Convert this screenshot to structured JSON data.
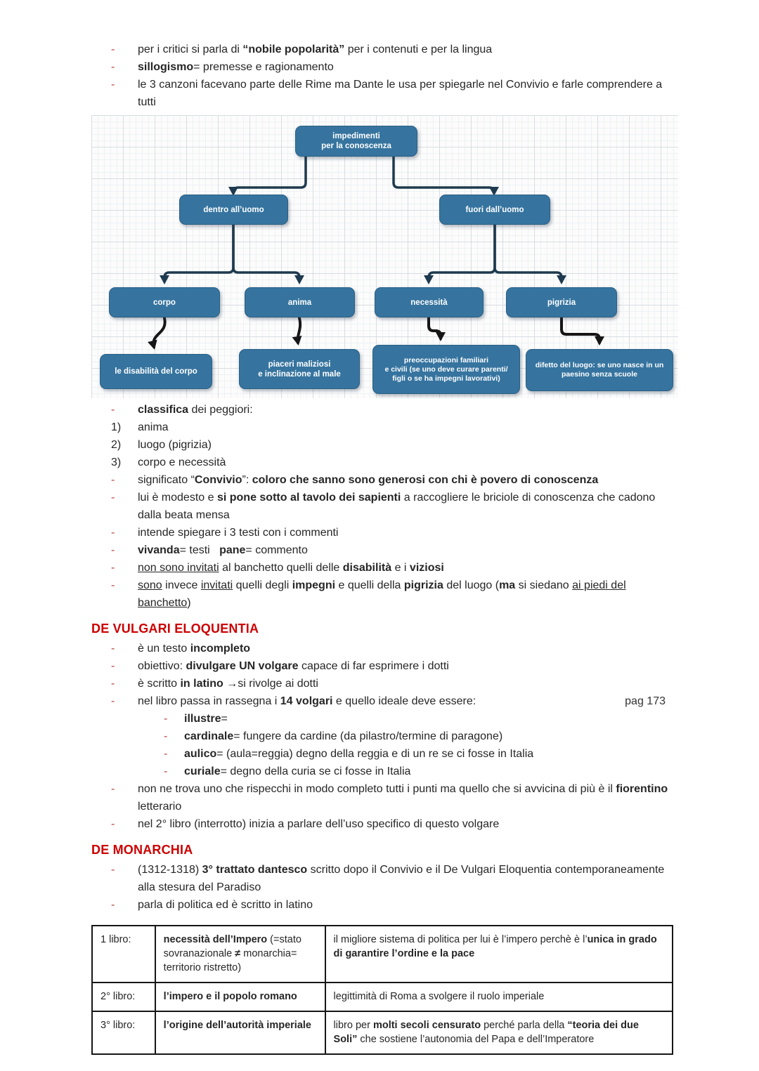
{
  "page": {
    "dash": "-"
  },
  "colors": {
    "heading_red": "#cc0000",
    "bullet_dash_red": "#b1453f",
    "node_fill": "#36749f",
    "node_border": "#2a5f85",
    "connector_navy": "#1e3a4e",
    "connector_dark": "#161616"
  },
  "intro": {
    "items": [
      [
        {
          "t": "per i critici si parla di "
        },
        {
          "t": "“nobile popolarità”",
          "b": 1
        },
        {
          "t": " per i contenuti e per la lingua"
        }
      ],
      [
        {
          "t": "sillogismo",
          "b": 1
        },
        {
          "t": "= premesse e ragionamento"
        }
      ],
      [
        {
          "t": "le 3 canzoni facevano parte delle Rime ma Dante le usa per spiegarle nel Convivio e farle comprendere a tutti"
        }
      ]
    ]
  },
  "flowchart": {
    "nodes": {
      "root": "impedimenti\nper la conoscenza",
      "dentro": "dentro all’uomo",
      "fuori": "fuori dall’uomo",
      "corpo": "corpo",
      "anima": "anima",
      "necessita": "necessità",
      "pigrizia": "pigrizia",
      "disabilita": "le disabilità del corpo",
      "piaceri": "piaceri maliziosi\ne inclinazione al male",
      "preoccupazioni": "preoccupazioni familiari\ne civili (se uno deve curare parenti/\nfigli o se ha impegni lavorativi)",
      "difetto": "difetto del luogo: se uno nasce in un\npaesino senza scuole"
    }
  },
  "classifica": {
    "lead": [
      {
        "t": "classifica",
        "b": 1
      },
      {
        "t": " dei peggiori:"
      }
    ],
    "ranked": [
      {
        "m": "1)",
        "segs": [
          {
            "t": "anima"
          }
        ]
      },
      {
        "m": "2)",
        "segs": [
          {
            "t": "luogo (pigrizia)"
          }
        ]
      },
      {
        "m": "3)",
        "segs": [
          {
            "t": "corpo e necessità"
          }
        ]
      }
    ]
  },
  "convivio_bullets": [
    [
      {
        "t": "significato “"
      },
      {
        "t": "Convivio",
        "b": 1
      },
      {
        "t": "”: "
      },
      {
        "t": "coloro che sanno sono generosi con chi è povero di conoscenza",
        "b": 1
      }
    ],
    [
      {
        "t": "lui è modesto e "
      },
      {
        "t": "si pone sotto al tavolo dei sapienti",
        "b": 1
      },
      {
        "t": " a raccogliere le briciole di conoscenza che cadono dalla beata mensa"
      }
    ],
    [
      {
        "t": "intende spiegare i 3 testi con i commenti"
      }
    ],
    [
      {
        "t": "vivanda",
        "b": 1
      },
      {
        "t": "= testi   "
      },
      {
        "t": "pane",
        "b": 1
      },
      {
        "t": "= commento"
      }
    ],
    [
      {
        "t": "non sono invitati",
        "u": 1
      },
      {
        "t": " al banchetto quelli delle "
      },
      {
        "t": "disabilità",
        "b": 1
      },
      {
        "t": " e i "
      },
      {
        "t": "viziosi",
        "b": 1
      }
    ],
    [
      {
        "t": "sono",
        "u": 1
      },
      {
        "t": " invece "
      },
      {
        "t": "invitati",
        "u": 1
      },
      {
        "t": " quelli degli "
      },
      {
        "t": "impegni",
        "b": 1
      },
      {
        "t": " e quelli della "
      },
      {
        "t": "pigrizia",
        "b": 1
      },
      {
        "t": " del luogo ("
      },
      {
        "t": "ma",
        "b": 1
      },
      {
        "t": " si siedano "
      },
      {
        "t": "ai piedi del banchetto",
        "u": 1
      },
      {
        "t": ")"
      }
    ]
  ],
  "vulgari": {
    "heading": "DE VULGARI ELOQUENTIA",
    "bullets_a": [
      [
        {
          "t": "è un testo "
        },
        {
          "t": "incompleto",
          "b": 1
        }
      ],
      [
        {
          "t": "obiettivo: "
        },
        {
          "t": "divulgare UN volgare",
          "b": 1
        },
        {
          "t": " capace di far esprimere i dotti"
        }
      ],
      [
        {
          "t": "è scritto "
        },
        {
          "t": "in latino",
          "b": 1
        },
        {
          "t": " →si rivolge ai dotti"
        }
      ]
    ],
    "volgari_line": [
      {
        "t": "nel libro passa in rassegna i "
      },
      {
        "t": "14 volgari",
        "b": 1
      },
      {
        "t": " e quello ideale deve essere:"
      }
    ],
    "page_ref": "pag 173",
    "nested": [
      [
        {
          "t": "illustre",
          "b": 1
        },
        {
          "t": "="
        }
      ],
      [
        {
          "t": "cardinale",
          "b": 1
        },
        {
          "t": "= fungere da cardine (da pilastro/termine di paragone)"
        }
      ],
      [
        {
          "t": "aulico",
          "b": 1
        },
        {
          "t": "= (aula=reggia) degno della reggia e di un re se ci fosse in Italia"
        }
      ],
      [
        {
          "t": "curiale",
          "b": 1
        },
        {
          "t": "= degno della curia se ci fosse in Italia"
        }
      ]
    ],
    "bullets_b": [
      [
        {
          "t": "non ne trova uno che rispecchi in modo completo tutti i punti ma quello che si avvicina di più è il "
        },
        {
          "t": "fiorentino",
          "b": 1
        },
        {
          "t": " letterario"
        }
      ],
      [
        {
          "t": "nel 2° libro (interrotto) inizia a parlare dell’uso specifico di questo volgare"
        }
      ]
    ]
  },
  "monarchia": {
    "heading": "DE MONARCHIA",
    "bullets": [
      [
        {
          "t": "(1312-1318) "
        },
        {
          "t": "3° trattato dantesco",
          "b": 1
        },
        {
          "t": " scritto dopo il Convivio e il De Vulgari Eloquentia contemporaneamente alla stesura del Paradiso"
        }
      ],
      [
        {
          "t": "parla di politica ed è scritto in latino"
        }
      ]
    ],
    "table": {
      "rows": [
        {
          "label": [
            {
              "t": "1 libro:"
            }
          ],
          "title": [
            {
              "t": "necessità dell’Impero",
              "b": 1
            },
            {
              "t": " (=stato sovranazionale "
            },
            {
              "t": "≠",
              "b": 1
            },
            {
              "t": " monarchia= territorio ristretto)"
            }
          ],
          "desc": [
            {
              "t": "il migliore sistema di politica per lui è l’impero perchè è l’"
            },
            {
              "t": "unica in grado di garantire l’ordine e la pace",
              "b": 1
            }
          ]
        },
        {
          "label": [
            {
              "t": "2° libro:"
            }
          ],
          "title": [
            {
              "t": "l’impero e il popolo romano",
              "b": 1
            }
          ],
          "desc": [
            {
              "t": "legittimità di Roma a svolgere il ruolo imperiale"
            }
          ]
        },
        {
          "label": [
            {
              "t": "3° libro:"
            }
          ],
          "title": [
            {
              "t": "l’origine dell’autorità imperiale",
              "b": 1
            }
          ],
          "desc": [
            {
              "t": "libro per "
            },
            {
              "t": "molti secoli censurato",
              "b": 1
            },
            {
              "t": " perché parla della "
            },
            {
              "t": "“teoria dei due Soli”",
              "b": 1
            },
            {
              "t": " che sostiene l’autonomia del Papa e dell’Imperatore"
            }
          ]
        }
      ]
    }
  }
}
